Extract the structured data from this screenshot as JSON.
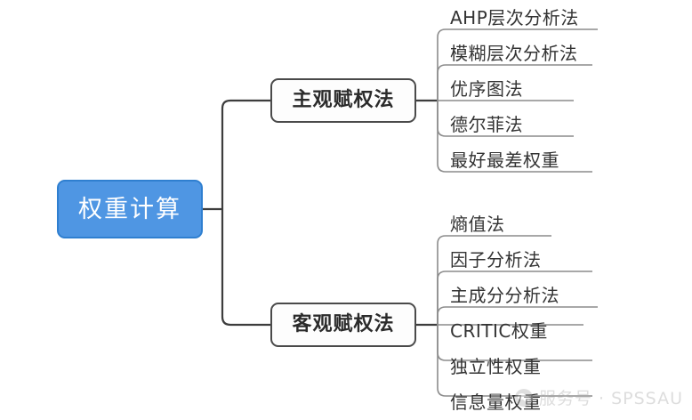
{
  "diagram": {
    "type": "mind-map",
    "root": {
      "label": "权重计算",
      "fill_color": "#4f96e3",
      "border_color": "#2f7fd0",
      "text_color": "#ffffff"
    },
    "branches": [
      {
        "id": "subjective",
        "label": "主观赋权法",
        "leaves": [
          {
            "label": "AHP层次分析法"
          },
          {
            "label": "模糊层次分析法"
          },
          {
            "label": "优序图法"
          },
          {
            "label": "德尔菲法"
          },
          {
            "label": "最好最差权重"
          }
        ]
      },
      {
        "id": "objective",
        "label": "客观赋权法",
        "leaves": [
          {
            "label": "熵值法"
          },
          {
            "label": "因子分析法"
          },
          {
            "label": "主成分分析法"
          },
          {
            "label": "CRITIC权重"
          },
          {
            "label": "独立性权重"
          },
          {
            "label": "信息量权重"
          }
        ]
      }
    ],
    "line_color": "#3d3d3d",
    "leaf_line_color": "#8c8c8c"
  },
  "watermark": {
    "icon": "wechat-service-account-icon",
    "text": "服务号 · SPSSAU",
    "color": "#b5b5b5"
  }
}
